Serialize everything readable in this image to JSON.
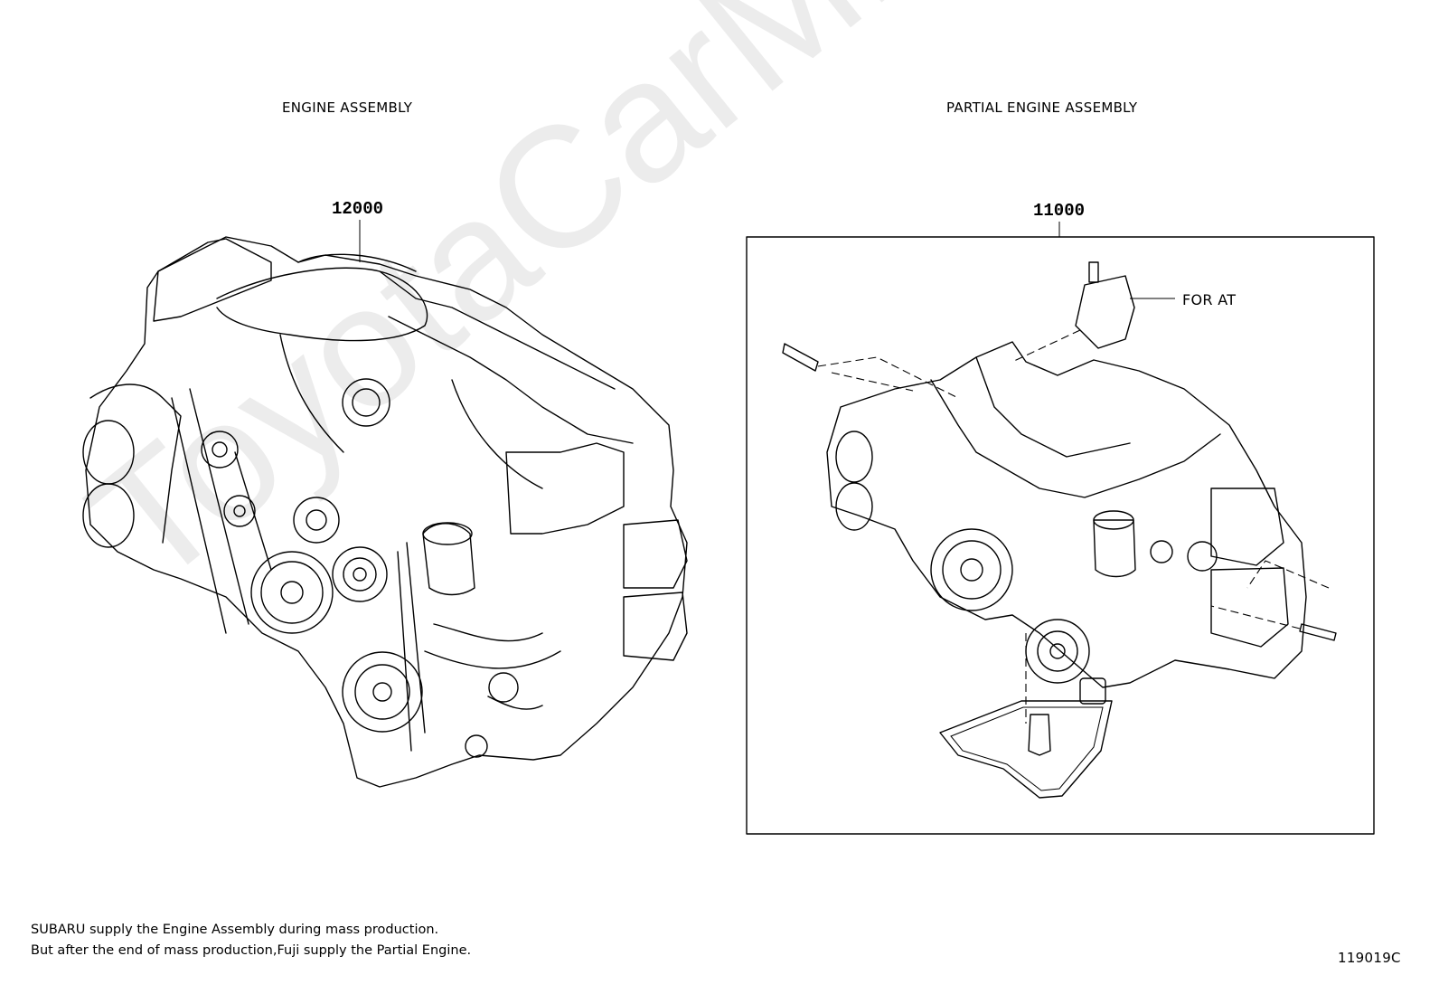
{
  "diagram": {
    "left_title": "ENGINE ASSEMBLY",
    "right_title": "PARTIAL ENGINE ASSEMBLY",
    "left_part_number": "12000",
    "right_part_number": "11000",
    "callout_for_at": "FOR AT",
    "note_line_1": "SUBARU supply the Engine Assembly during mass production.",
    "note_line_2": "But after the end of mass production,Fuji supply the Partial Engine.",
    "figure_code": "119019C",
    "watermark": "ToyotaCarMine.ru"
  }
}
